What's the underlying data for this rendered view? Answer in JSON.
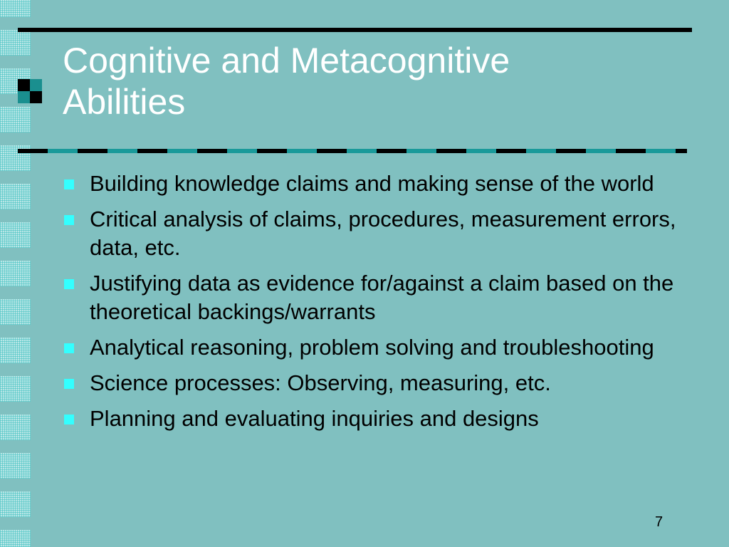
{
  "slide": {
    "title_line1": "Cognitive and Metacognitive",
    "title_line2": "Abilities",
    "bullets": [
      "Building knowledge claims and making sense of the world",
      "Critical analysis of claims, procedures, measurement errors, data, etc.",
      "Justifying data as evidence for/against a claim based on the theoretical backings/warrants",
      "Analytical reasoning, problem solving and troubleshooting",
      "Science processes: Observing, measuring, etc.",
      "Planning and evaluating inquiries and designs"
    ],
    "page_number": "7"
  },
  "colors": {
    "background": "#80c0c0",
    "title_text": "#ffffff",
    "bullet_marker": "#33ffff",
    "accent_dark": "#000000",
    "accent_teal": "#1a9a9a"
  }
}
